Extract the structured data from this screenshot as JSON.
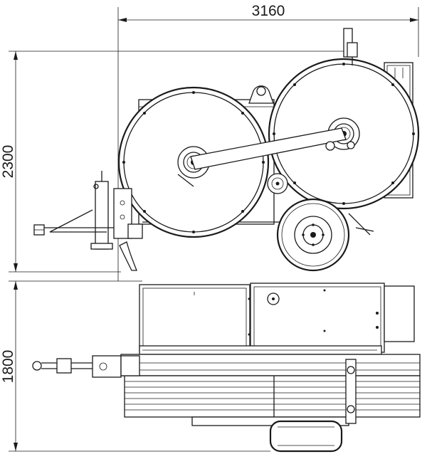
{
  "dimensions": {
    "overall_length": "3160",
    "height": "2300",
    "width": "1800"
  },
  "views": {
    "side": "side-elevation-view",
    "top": "plan-view"
  },
  "colors": {
    "line": "#1a1a1a",
    "background": "#ffffff"
  }
}
